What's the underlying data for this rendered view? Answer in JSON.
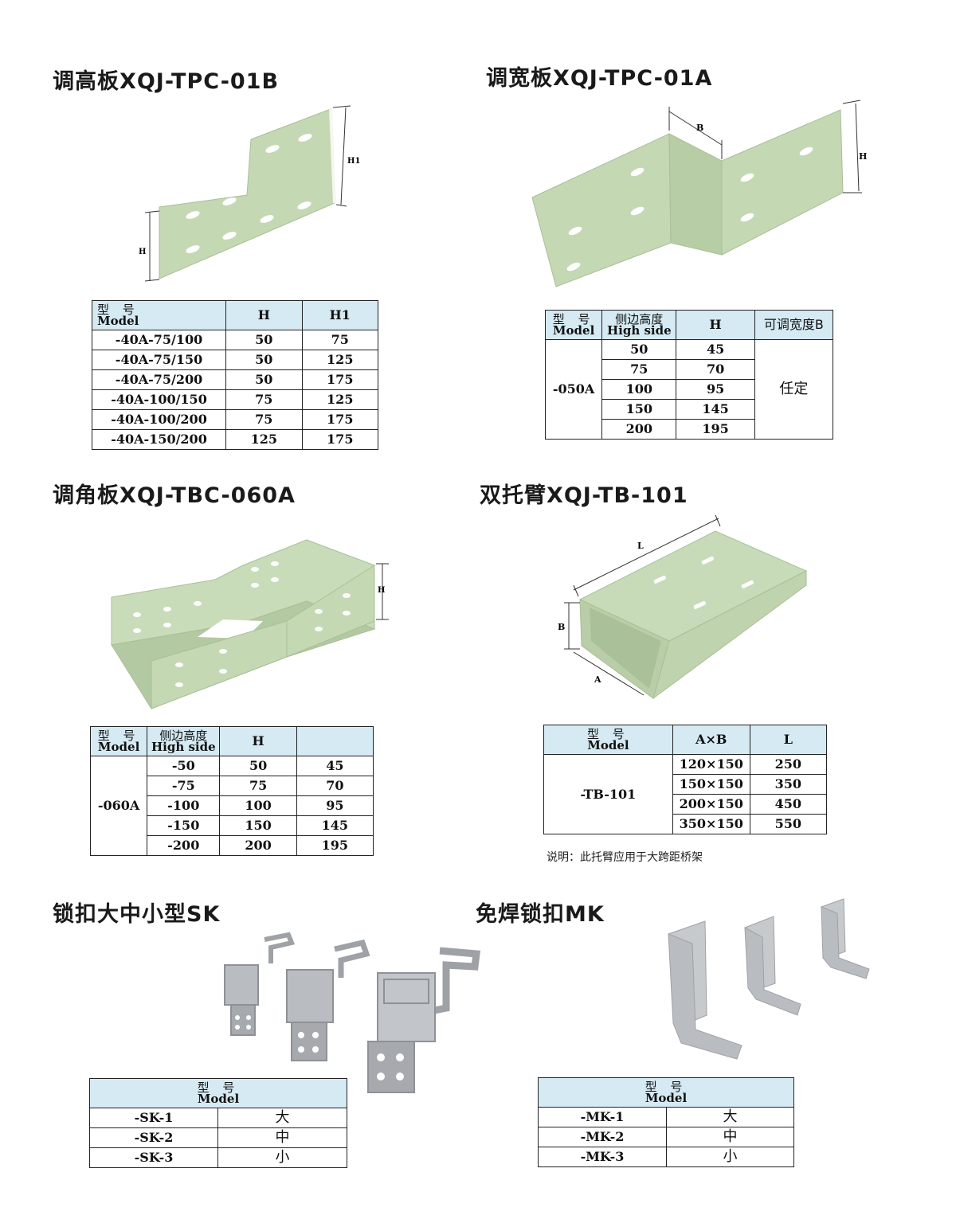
{
  "sections": {
    "tpc01b": {
      "title": "调高板XQJ-TPC-01B",
      "dim_labels": {
        "h": "H",
        "h1": "H1"
      },
      "table": {
        "header": {
          "model_cn": "型  号",
          "model_en": "Model",
          "col_h": "H",
          "col_h1": "H1"
        },
        "rows": [
          {
            "model": "-40A-75/100",
            "h": "50",
            "h1": "75"
          },
          {
            "model": "-40A-75/150",
            "h": "50",
            "h1": "125"
          },
          {
            "model": "-40A-75/200",
            "h": "50",
            "h1": "175"
          },
          {
            "model": "-40A-100/150",
            "h": "75",
            "h1": "125"
          },
          {
            "model": "-40A-100/200",
            "h": "75",
            "h1": "175"
          },
          {
            "model": "-40A-150/200",
            "h": "125",
            "h1": "175"
          }
        ]
      }
    },
    "tpc01a": {
      "title": "调宽板XQJ-TPC-01A",
      "dim_labels": {
        "b": "B",
        "h": "H"
      },
      "table": {
        "header": {
          "model_cn": "型  号",
          "model_en": "Model",
          "side_cn": "侧边高度",
          "side_en": "High side",
          "col_h": "H",
          "col_b": "可调宽度B"
        },
        "model": "-050A",
        "adjust": "任定",
        "rows": [
          {
            "side": "50",
            "h": "45"
          },
          {
            "side": "75",
            "h": "70"
          },
          {
            "side": "100",
            "h": "95"
          },
          {
            "side": "150",
            "h": "145"
          },
          {
            "side": "200",
            "h": "195"
          }
        ]
      }
    },
    "tbc060a": {
      "title": "调角板XQJ-TBC-060A",
      "dim_labels": {
        "h": "H"
      },
      "table": {
        "header": {
          "model_cn": "型  号",
          "model_en": "Model",
          "side_cn": "侧边高度",
          "side_en": "High side",
          "col_h": "H"
        },
        "model": "-060A",
        "rows": [
          {
            "side": "-50",
            "h": "50",
            "extra": "45"
          },
          {
            "side": "-75",
            "h": "75",
            "extra": "70"
          },
          {
            "side": "-100",
            "h": "100",
            "extra": "95"
          },
          {
            "side": "-150",
            "h": "150",
            "extra": "145"
          },
          {
            "side": "-200",
            "h": "200",
            "extra": "195"
          }
        ]
      }
    },
    "tb101": {
      "title": "双托臂XQJ-TB-101",
      "dim_labels": {
        "l": "L",
        "b": "B",
        "a": "A"
      },
      "table": {
        "header": {
          "model_cn": "型  号",
          "model_en": "Model",
          "col_ab": "A×B",
          "col_l": "L"
        },
        "model": "-TB-101",
        "rows": [
          {
            "ab": "120×150",
            "l": "250"
          },
          {
            "ab": "150×150",
            "l": "350"
          },
          {
            "ab": "200×150",
            "l": "450"
          },
          {
            "ab": "350×150",
            "l": "550"
          }
        ]
      },
      "note": "说明：此托臂应用于大跨距桥架"
    },
    "sk": {
      "title": "锁扣大中小型SK",
      "table": {
        "header": {
          "model_cn": "型  号",
          "model_en": "Model"
        },
        "rows": [
          {
            "model": "-SK-1",
            "size": "大"
          },
          {
            "model": "-SK-2",
            "size": "中"
          },
          {
            "model": "-SK-3",
            "size": "小"
          }
        ]
      }
    },
    "mk": {
      "title": "免焊锁扣MK",
      "table": {
        "header": {
          "model_cn": "型  号",
          "model_en": "Model"
        },
        "rows": [
          {
            "model": "-MK-1",
            "size": "大"
          },
          {
            "model": "-MK-2",
            "size": "中"
          },
          {
            "model": "-MK-3",
            "size": "小"
          }
        ]
      }
    }
  },
  "colors": {
    "plate": "#c4d8b4",
    "plate_dark": "#aabf98",
    "slot": "#ffffff",
    "header_bg": "#d5eaf3",
    "metal": "#b9bcc0"
  }
}
